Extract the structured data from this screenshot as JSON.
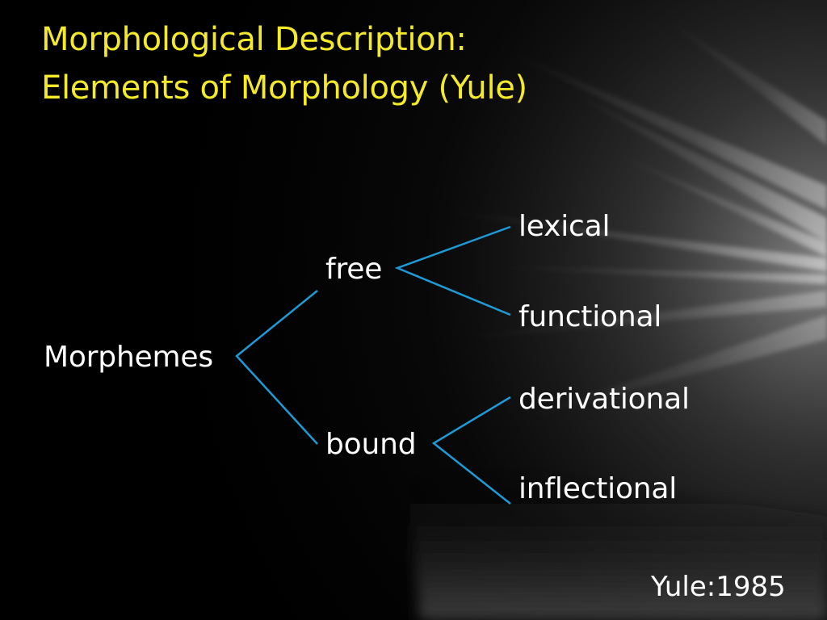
{
  "title": {
    "line1": "Morphological Description:",
    "line2": "Elements of Morphology (Yule)"
  },
  "tree": {
    "root": "Morphemes",
    "free": {
      "label": "free",
      "children": [
        "lexical",
        "functional"
      ]
    },
    "bound": {
      "label": "bound",
      "children": [
        "derivational",
        "inflectional"
      ]
    }
  },
  "citation": "Yule:1985",
  "colors": {
    "background": "#000000",
    "title_text": "#f5ea2a",
    "node_text": "#ffffff",
    "connector": "#1e9ad6"
  }
}
